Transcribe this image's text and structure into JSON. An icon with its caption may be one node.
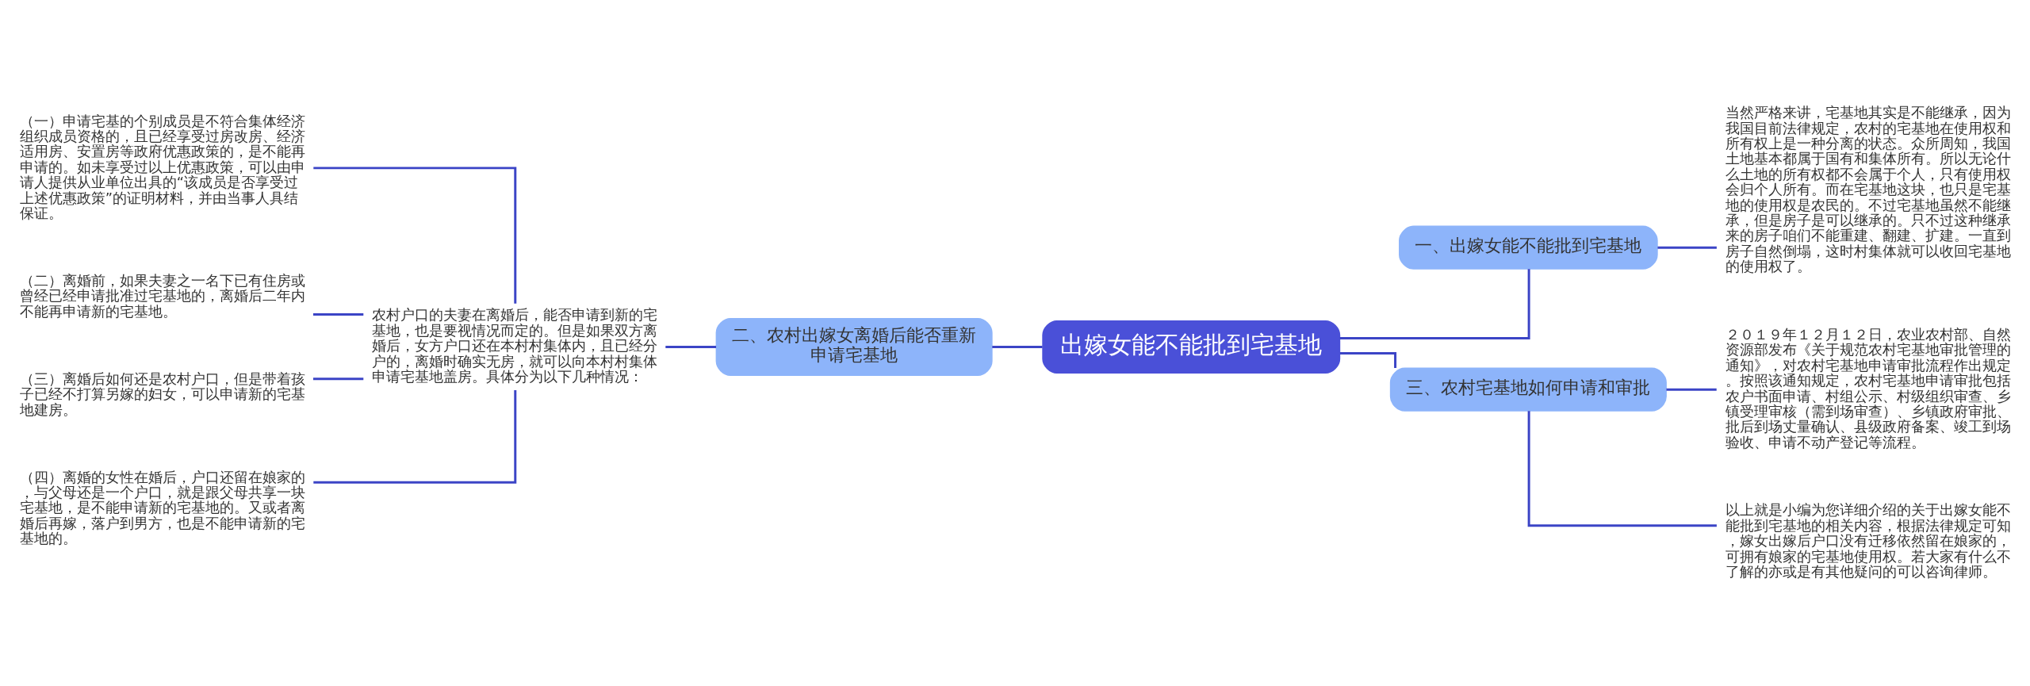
{
  "diagram": {
    "nodes": [
      {
        "text": [
          "出嫁女能不能批到宅基地"
        ]
      },
      {
        "text": [
          "一、出嫁女能不能批到宅基地"
        ]
      },
      {
        "text": [
          "当然严格来讲，宅基地其实是不能继承，因为我国目前法律规定，农村的宅基地在使用权和所有权上是一种分离的状态。众所周知，我国土地基本都属于国有和集体所有。所以无论什么土地的所有权都不会属于个人，只有使用权会归个人所有。而在宅基地这块，也只是宅基地的使用权是农民的。不过宅基地虽然不能继承，但是房子是可以继承的。只不过这种继承来的房子咱们不能重建、翻建、扩建。一直到房子自然倒塌，这时村集体就可以收回宅基地的使用权了。"
        ]
      },
      {
        "text": [
          "二、农村出嫁女离婚后能否重新申请宅基地"
        ]
      },
      {
        "text": [
          "农村户口的夫妻在离婚后，能否申请到新的宅基地，也是要视情况而定的。但是如果双方离婚后，女方户口还在本村村集体内，且已经分户的，离婚时确实无房，就可以向本村村集体申请宅基地盖房。具体分为以下几种情况："
        ]
      },
      {
        "text": [
          "（一）申请宅基的个别成员是不符合集体经济组织成员资格的，且已经享受过房改房、经济适用房、安置房等政府优惠政策的，是不能再申请的。如未享受过以上优惠政策，可以由申请人提供从业单位出具的“该成员是否享受过上述优惠政策”的证明材料，并由当事人具结保证。"
        ]
      },
      {
        "text": [
          "（二）离婚前，如果夫妻之一名下已有住房或曾经已经申请批准过宅基地的，离婚后二年内不能再申请新的宅基地。"
        ]
      },
      {
        "text": [
          "（三）离婚后如何还是农村户口，但是带着孩子已经不打算另嫁的妇女，可以申请新的宅基地建房。"
        ]
      },
      {
        "text": [
          "（四）离婚的女性在婚后，户口还留在娘家的，与父母还是一个户口，就是跟父母共享一块宅基地，是不能申请新的宅基地的。又或者离婚后再嫁，落户到男方，也是不能申请新的宅基地的。"
        ]
      },
      {
        "text": [
          "三、农村宅基地如何申请和审批"
        ]
      },
      {
        "text": [
          "２０１９年１２月１２日，农业农村部、自然资源部发布《关于规范农村宅基地审批管理的通知》，对农村宅基地申请审批流程作出规定。按照该通知规定，农村宅基地申请审批包括农户书面申请、村组公示、村级组织审查、乡镇受理审核（需到场审查）、乡镇政府审批、批后到场丈量确认、县级政府备案、竣工到场验收、申请不动产登记等流程。"
        ]
      },
      {
        "text": [
          "以上就是小编为您详细介绍的关于出嫁女能不能批到宅基地的相关内容，根据法律规定可知，嫁女出嫁后户口没有迁移依然留在娘家的，可拥有娘家的宅基地使用权。若大家有什么不了解的亦或是有其他疑问的可以咨询律师。"
        ]
      }
    ],
    "edges": [
      {
        "from": 5,
        "to": 4,
        "arrow": "none"
      },
      {
        "from": 6,
        "to": 4,
        "arrow": "none"
      },
      {
        "from": 7,
        "to": 4,
        "arrow": "none"
      },
      {
        "from": 8,
        "to": 4,
        "arrow": "none"
      },
      {
        "from": 4,
        "to": 3,
        "arrow": "none"
      },
      {
        "from": 3,
        "to": 0,
        "arrow": "none"
      },
      {
        "from": 0,
        "to": 1,
        "arrow": "none"
      },
      {
        "from": 1,
        "to": 2,
        "arrow": "none"
      },
      {
        "from": 0,
        "to": 9,
        "arrow": "none"
      },
      {
        "from": 9,
        "to": 10,
        "arrow": "none"
      },
      {
        "from": 9,
        "to": 11,
        "arrow": "none"
      }
    ]
  }
}
